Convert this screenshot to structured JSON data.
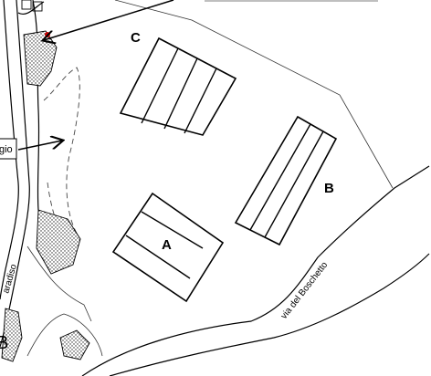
{
  "buildings": [
    {
      "id": "A",
      "label": "A"
    },
    {
      "id": "B",
      "label": "B"
    },
    {
      "id": "C",
      "label": "C"
    }
  ],
  "streets": [
    {
      "id": "boschetto",
      "label": "via del Boschetto"
    },
    {
      "id": "paradiso",
      "label": "aradiso"
    }
  ],
  "fragments": {
    "left_box_label": "gio",
    "bottom_left_letter": "B"
  },
  "colors": {
    "background": "#ffffff",
    "lines": "#000000",
    "marker": "#d40000"
  }
}
